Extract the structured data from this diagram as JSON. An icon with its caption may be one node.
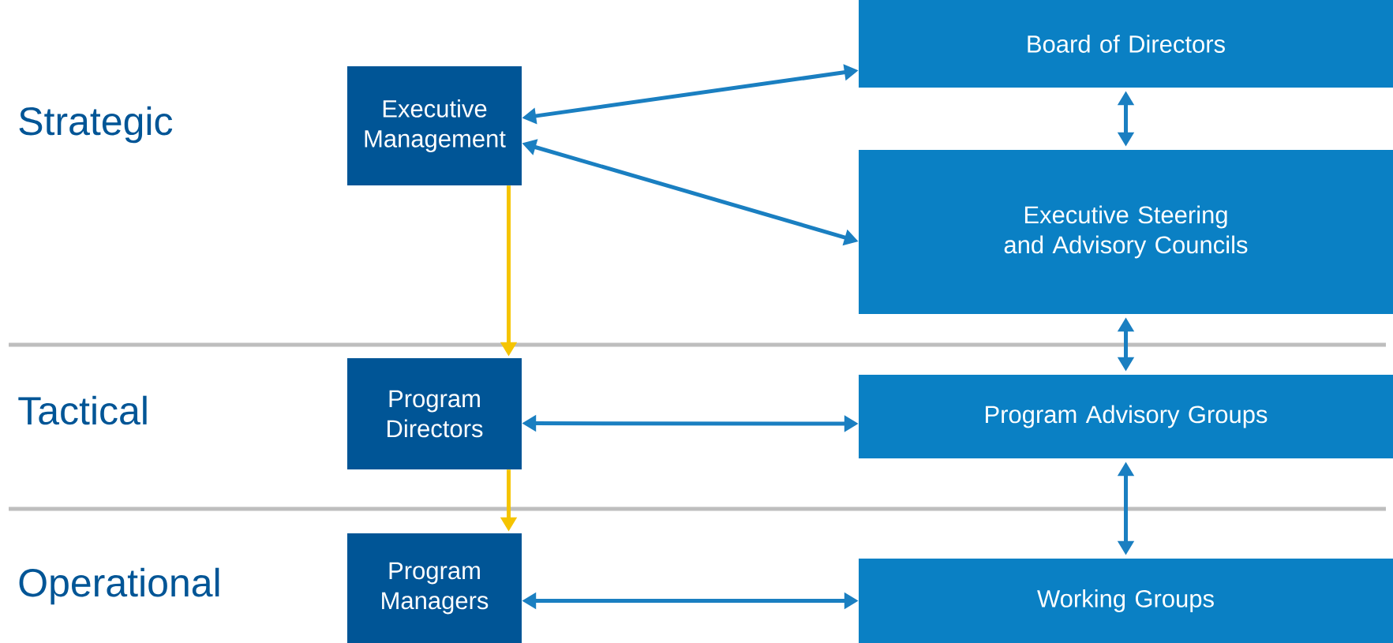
{
  "diagram": {
    "nodes": [
      {
        "text": [
          "Executive Management"
        ]
      },
      {
        "text": [
          "Board of Directors"
        ]
      },
      {
        "text": [
          "Executive Steering and Advisory Councils"
        ]
      },
      {
        "text": [
          "Program Directors"
        ]
      },
      {
        "text": [
          "Program Advisory Groups"
        ]
      },
      {
        "text": [
          "Program Managers"
        ]
      },
      {
        "text": [
          "Working Groups"
        ]
      }
    ],
    "edges": [
      {
        "from": 0,
        "to": 1,
        "arrow": "both"
      },
      {
        "from": 0,
        "to": 2,
        "arrow": "both"
      },
      {
        "from": 1,
        "to": 2,
        "arrow": "both"
      },
      {
        "from": 2,
        "to": 4,
        "arrow": "both"
      },
      {
        "from": 4,
        "to": 6,
        "arrow": "both"
      },
      {
        "from": 0,
        "to": 3,
        "arrow": "to",
        "color": "#f5c400"
      },
      {
        "from": 3,
        "to": 5,
        "arrow": "to",
        "color": "#f5c400"
      },
      {
        "from": 3,
        "to": 4,
        "arrow": "both"
      },
      {
        "from": 5,
        "to": 6,
        "arrow": "both"
      }
    ],
    "labels": [
      "Strategic",
      "Tactical",
      "Operational"
    ]
  }
}
